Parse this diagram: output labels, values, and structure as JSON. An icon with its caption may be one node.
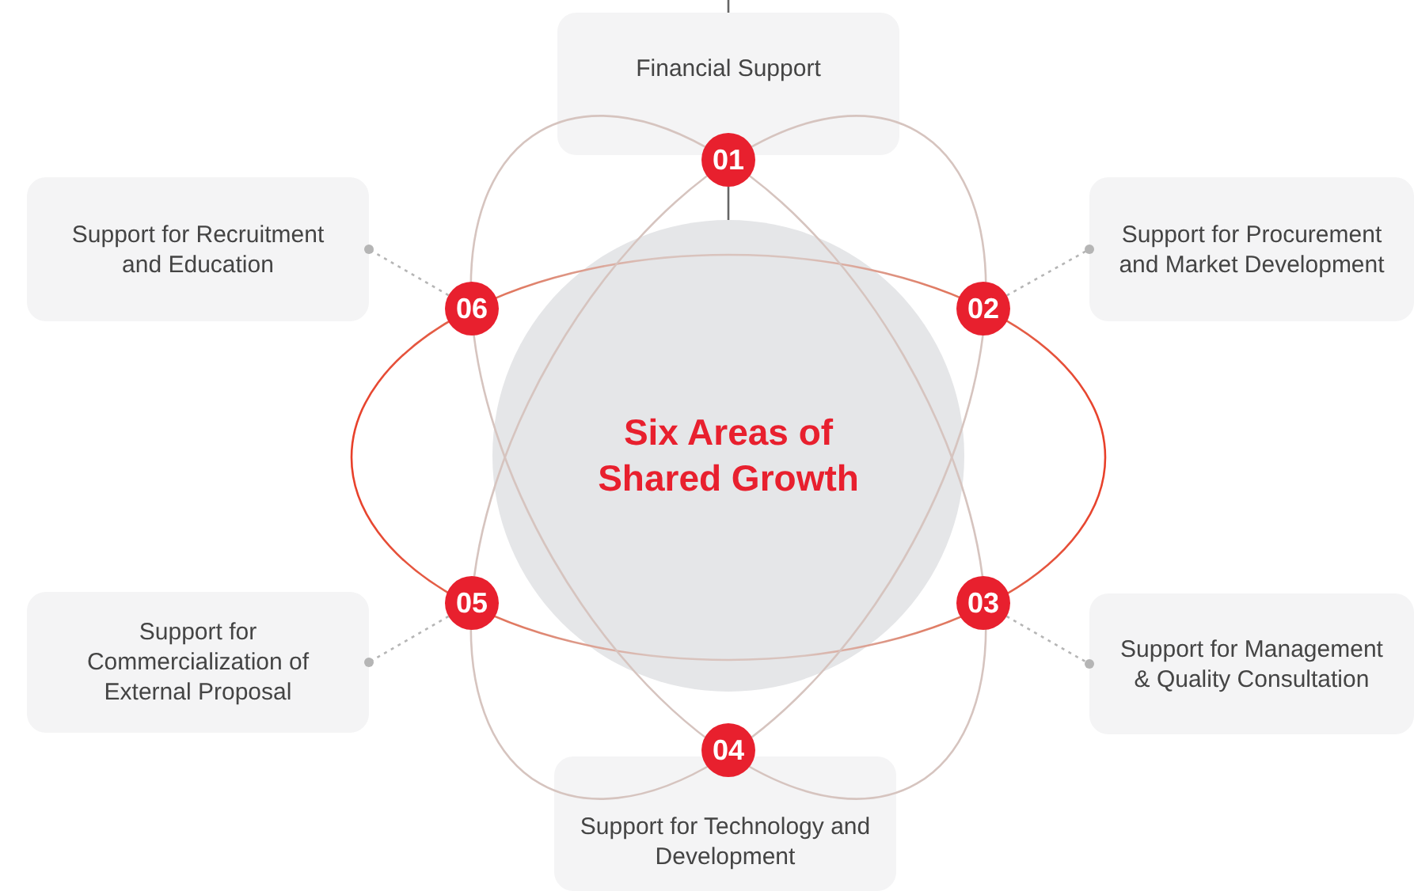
{
  "diagram": {
    "nodes": [
      {
        "text": [
          "Financial Support"
        ]
      },
      {
        "text": [
          "01"
        ]
      },
      {
        "text": [
          "Support for Recruitment and Education"
        ]
      },
      {
        "text": [
          "06"
        ]
      },
      {
        "text": [
          "Support for Procurement and Market Development"
        ]
      },
      {
        "text": [
          "02"
        ]
      },
      {
        "text": [
          "Six Areas of Shared Growth"
        ]
      },
      {
        "text": [
          "05"
        ]
      },
      {
        "text": [
          "Support for Commercialization of External Proposal"
        ]
      },
      {
        "text": [
          "03"
        ]
      },
      {
        "text": [
          "Support for Management & Quality Consultation"
        ]
      },
      {
        "text": [
          "04"
        ]
      },
      {
        "text": [
          "Support for Technology and Development"
        ]
      }
    ],
    "edges": [
      {
        "from": null,
        "to": 0,
        "arrow": "none"
      },
      {
        "from": 1,
        "to": 6,
        "arrow": "none"
      },
      {
        "from": 3,
        "to": 2,
        "arrow": "other",
        "style": "dashed"
      },
      {
        "from": 5,
        "to": 4,
        "arrow": "other",
        "style": "dashed"
      },
      {
        "from": 7,
        "to": 8,
        "arrow": "other",
        "style": "dashed"
      },
      {
        "from": 9,
        "to": 10,
        "arrow": "other",
        "style": "dashed"
      }
    ]
  }
}
